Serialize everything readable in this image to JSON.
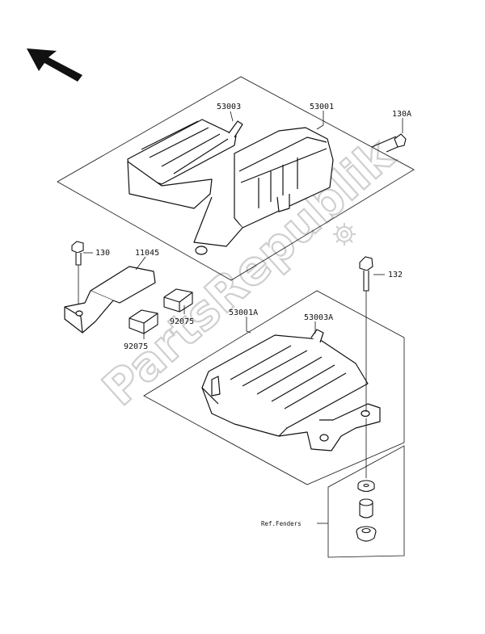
{
  "parts": {
    "p53003": "53003",
    "p53001": "53001",
    "p130A": "130A",
    "p130": "130",
    "p11045": "11045",
    "p92075a": "92075",
    "p92075b": "92075",
    "p53001A": "53001A",
    "p53003A": "53003A",
    "p132": "132"
  },
  "ref_fenders": "Ref.Fenders",
  "watermark": "PartsRepublik",
  "colors": {
    "line": "#111111",
    "watermark": "#cfcfcf"
  }
}
